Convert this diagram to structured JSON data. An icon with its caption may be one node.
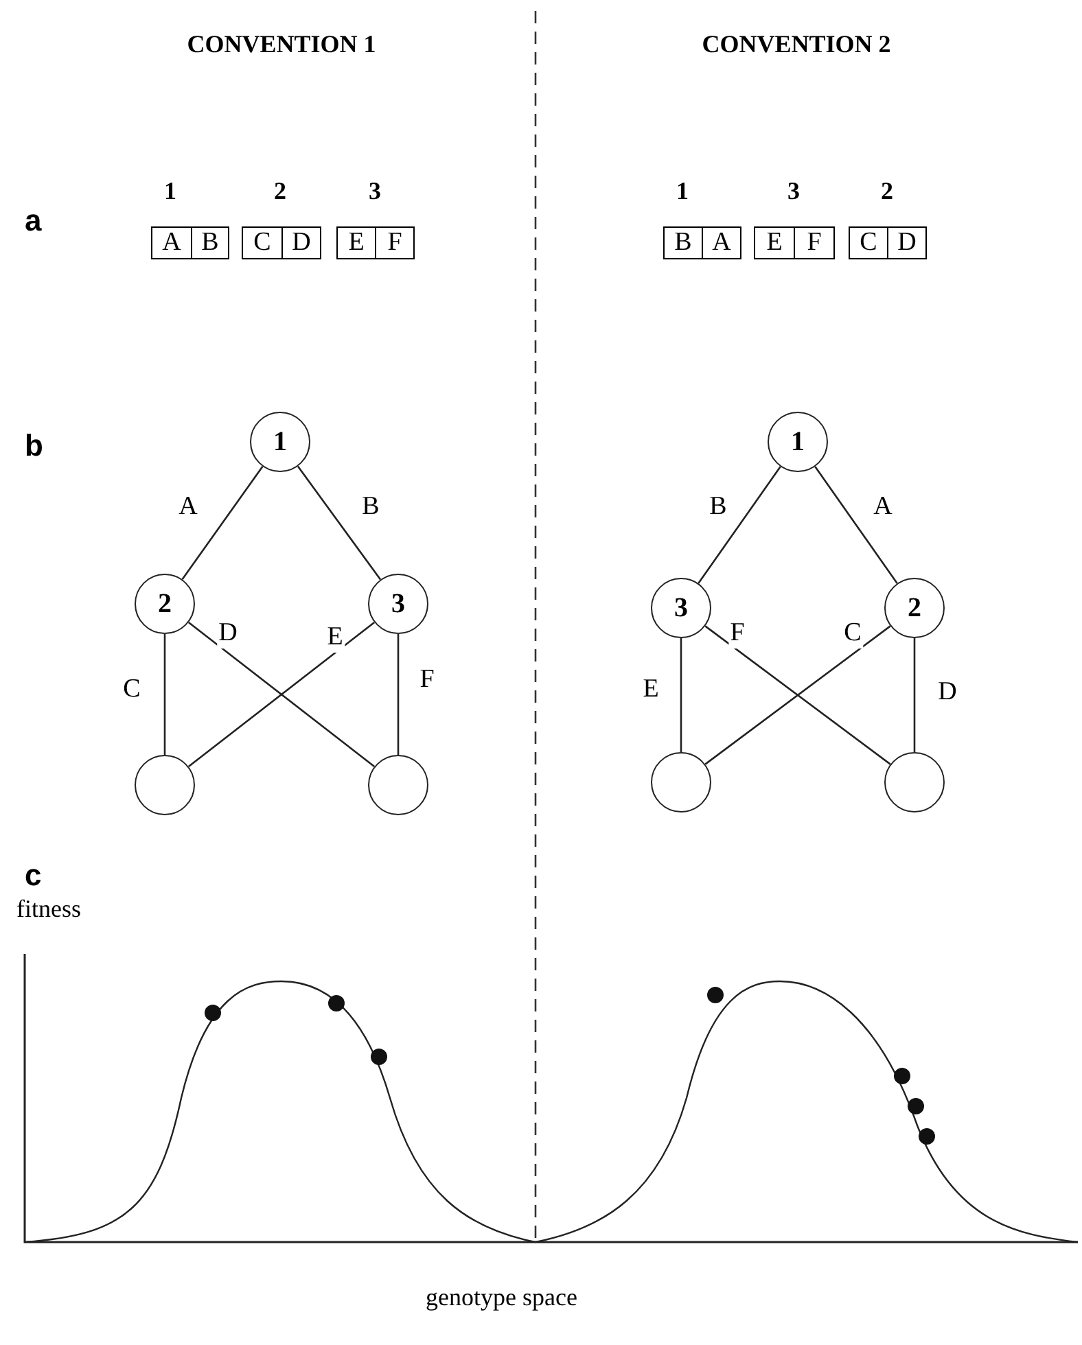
{
  "diagram": {
    "nodes": [
      {
        "text": [
          "A"
        ]
      },
      {
        "text": [
          "B"
        ]
      },
      {
        "text": [
          "C"
        ]
      },
      {
        "text": [
          "D"
        ]
      },
      {
        "text": [
          "E"
        ]
      },
      {
        "text": [
          "F"
        ]
      },
      {
        "text": [
          "B"
        ]
      },
      {
        "text": [
          "A"
        ]
      },
      {
        "text": [
          "E"
        ]
      },
      {
        "text": [
          "F"
        ]
      },
      {
        "text": [
          "C"
        ]
      },
      {
        "text": [
          "D"
        ]
      },
      {
        "text": [
          "1"
        ]
      },
      {
        "text": [
          "2"
        ]
      },
      {
        "text": [
          "3"
        ]
      },
      {
        "text": [],
        "shape": "circle"
      },
      {
        "text": [],
        "shape": "circle"
      },
      {
        "text": [
          "1"
        ]
      },
      {
        "text": [
          "3"
        ]
      },
      {
        "text": [
          "2"
        ]
      },
      {
        "text": [],
        "shape": "circle"
      },
      {
        "text": [],
        "shape": "circle"
      }
    ],
    "edges": [
      {
        "from": 12,
        "to": 13,
        "arrow": "none",
        "label": "A"
      },
      {
        "from": 12,
        "to": 14,
        "arrow": "none",
        "label": "B"
      },
      {
        "from": 13,
        "to": 15,
        "arrow": "none",
        "label": "C"
      },
      {
        "from": 13,
        "to": 16,
        "arrow": "none",
        "label": "D"
      },
      {
        "from": 14,
        "to": 15,
        "arrow": "none",
        "label": "E"
      },
      {
        "from": 14,
        "to": 16,
        "arrow": "none",
        "label": "F"
      },
      {
        "from": 17,
        "to": 18,
        "arrow": "none",
        "label": "B"
      },
      {
        "from": 17,
        "to": 19,
        "arrow": "none",
        "label": "A"
      },
      {
        "from": 18,
        "to": 20,
        "arrow": "none",
        "label": "E"
      },
      {
        "from": 18,
        "to": 21,
        "arrow": "none",
        "label": "F"
      },
      {
        "from": 19,
        "to": 20,
        "arrow": "none",
        "label": "C"
      },
      {
        "from": 19,
        "to": 21,
        "arrow": "none",
        "label": "D"
      }
    ],
    "labels": [
      "CONVENTION 1",
      "CONVENTION 2",
      "a",
      "1",
      "2",
      "3",
      "1",
      "3",
      "2",
      "b",
      "c",
      "fitness",
      "genotype space"
    ]
  }
}
